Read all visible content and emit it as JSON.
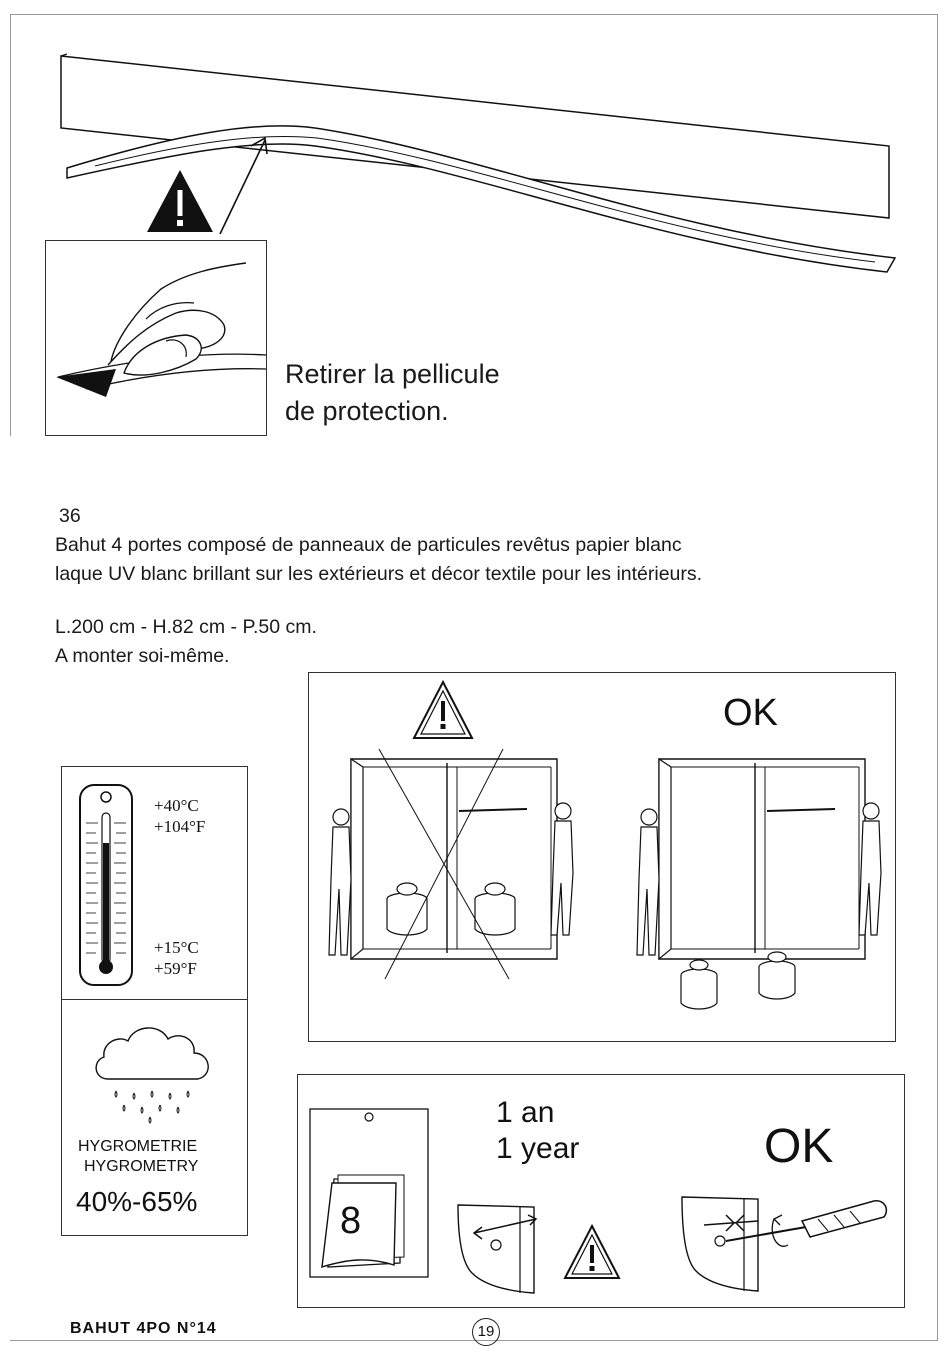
{
  "top_instruction": {
    "line1": "Retirer la pellicule",
    "line2": "de protection."
  },
  "product": {
    "number": "36",
    "description_line1": "Bahut 4 portes composé de panneaux de particules revêtus papier blanc",
    "description_line2": "laque UV blanc brillant sur les extérieurs et décor textile pour les intérieurs.",
    "dimensions": "L.200 cm - H.82 cm - P.50 cm.",
    "assembly": "A monter soi-même."
  },
  "temperature": {
    "max_c": "+40°C",
    "max_f": "+104°F",
    "min_c": "+15°C",
    "min_f": "+59°F"
  },
  "hygrometry": {
    "label_fr": "HYGROMETRIE",
    "label_en": "HYGROMETRY",
    "range": "40%-65%"
  },
  "lifting": {
    "ok_label": "OK"
  },
  "maintenance": {
    "calendar_day": "8",
    "period_fr": "1 an",
    "period_en": "1 year",
    "ok_label": "OK"
  },
  "footer": {
    "title": "BAHUT 4PO N°14",
    "page_number": "19"
  },
  "icons": [
    "warning-triangle-icon",
    "thermometer-icon",
    "rain-cloud-icon",
    "calendar-icon",
    "hinge-icon",
    "screwdriver-icon",
    "weight-icon"
  ]
}
